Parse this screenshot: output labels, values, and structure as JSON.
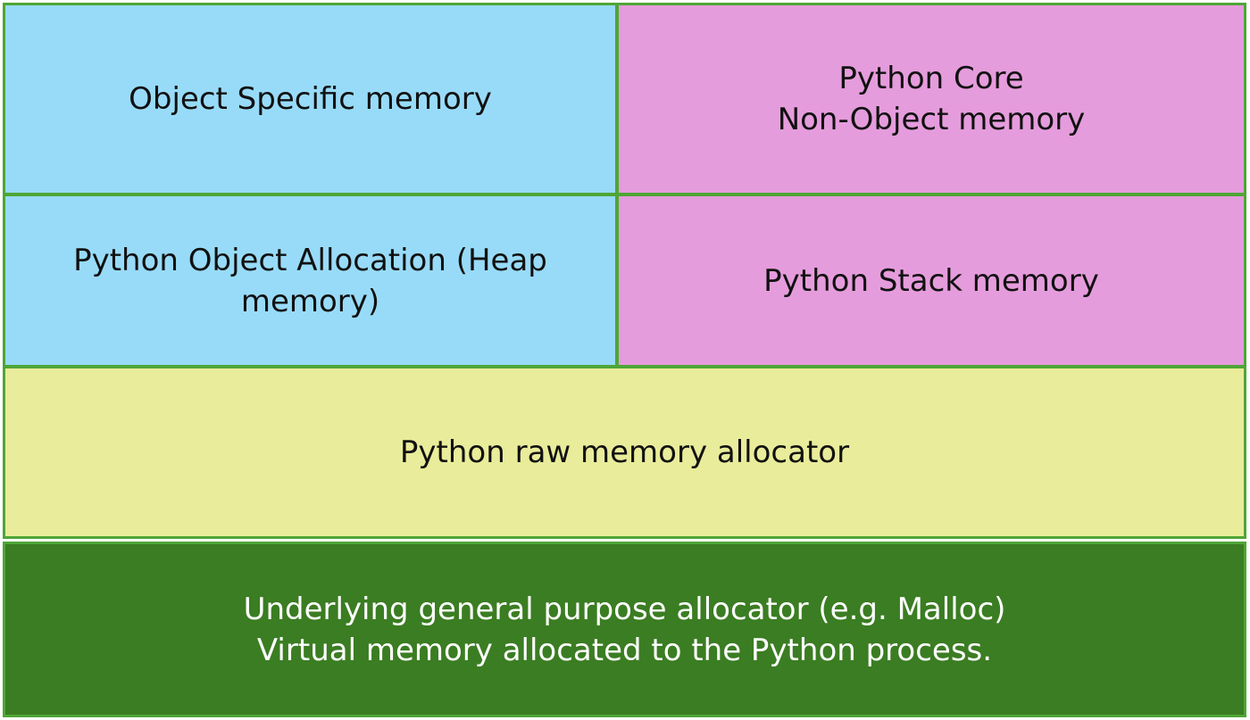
{
  "colors": {
    "border": "#4ea636",
    "object_layer": "#98dbf8",
    "core_layer": "#e59cdc",
    "raw_layer": "#e9ec9a",
    "base_layer": "#3b7d22",
    "base_text": "#ffffff"
  },
  "blocks": {
    "object_specific": {
      "lines": [
        "Object Specific memory"
      ]
    },
    "core_non_object": {
      "lines": [
        "Python Core",
        "Non-Object memory"
      ]
    },
    "object_allocation": {
      "lines": [
        "Python Object Allocation (Heap",
        "memory)"
      ]
    },
    "stack_memory": {
      "lines": [
        "Python Stack memory"
      ]
    },
    "raw_allocator": {
      "lines": [
        "Python raw memory allocator"
      ]
    },
    "underlying_allocator": {
      "lines": [
        "Underlying general purpose allocator (e.g. Malloc)",
        "Virtual memory allocated to the Python process."
      ]
    }
  }
}
